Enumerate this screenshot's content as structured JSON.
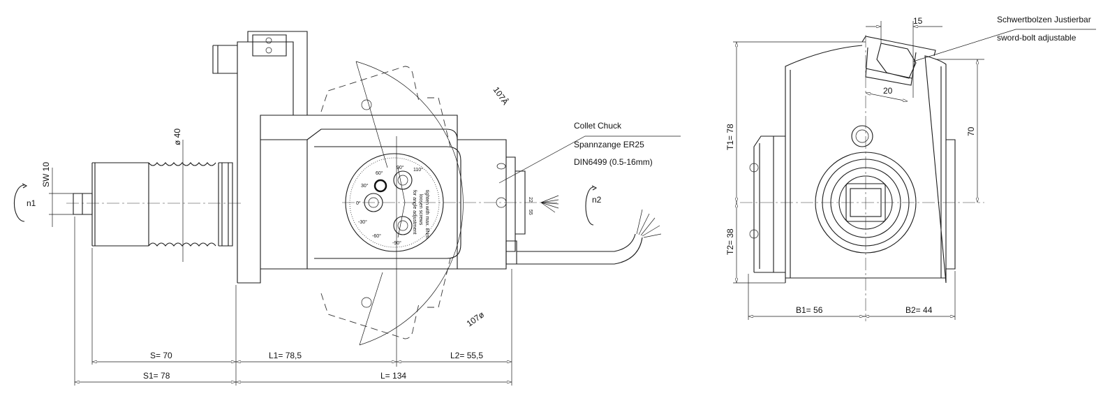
{
  "annotations": {
    "collet_line1": "Collet Chuck",
    "collet_line2": "Spannzange ER25",
    "collet_line3": "DIN6499 (0.5-16mm)",
    "sword_de": "Schwertbolzen Justierbar",
    "sword_en": "sword-bolt adjustable",
    "rotation_in": "n1",
    "rotation_out": "n2",
    "dial_text1": "for angle adjustment",
    "dial_text2": "loosen screws",
    "dial_text3": "tighten with max. 8Nm",
    "dial_angles": [
      "90°",
      "60°",
      "30°",
      "0°",
      "-30°",
      "-60°",
      "-90°",
      "110°"
    ]
  },
  "dimensions": {
    "sw": "SW  10",
    "dia40": "ø 40",
    "arc_top": "107Â",
    "arc_bottom": "107ø",
    "s": "S=  70",
    "l1": "L1=    78,5",
    "l2": "L2=    55,5",
    "s1": "S1=  78",
    "l": "L=   134",
    "t1": "T1=   78",
    "t2": "T2=   38",
    "h70": "70",
    "b1": "B1=     56",
    "b2": "B2=     44",
    "w15": "15",
    "w20": "20",
    "scale_22": "22",
    "scale_55": "55"
  }
}
